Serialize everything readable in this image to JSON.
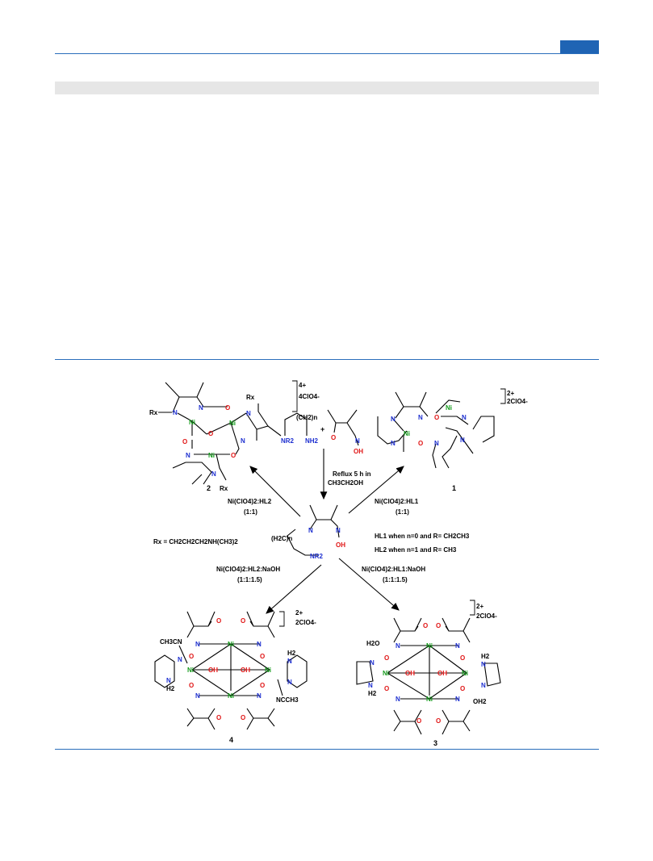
{
  "scheme": {
    "complex2": {
      "charge": "4+",
      "anions": "4ClO4-",
      "rx_label": "Rx",
      "number": "2"
    },
    "complex1": {
      "charge": "2+",
      "anions": "2ClO4-",
      "number": "1"
    },
    "complex4": {
      "charge": "2+",
      "anions": "2ClO4-",
      "number": "4",
      "solvent1": "CH3CN",
      "solvent2": "NCCH3"
    },
    "complex3": {
      "charge": "2+",
      "anions": "2ClO4-",
      "number": "3"
    },
    "reaction": {
      "amine_top": "(CH2)n",
      "amine_nr2": "NR2",
      "amine_nh2": "NH2",
      "plus": "+",
      "reflux_line1": "Reflux 5 h in",
      "reflux_line2": "CH3CH2OH",
      "ligand_ch2n": "(H2C)n",
      "ligand_nr2": "NR2",
      "ligand_oh": "OH",
      "ligand_n1": "N",
      "ligand_n2": "N"
    },
    "conditions": {
      "to2_line1": "Ni(ClO4)2:HL2",
      "to2_line2": "(1:1)",
      "to1_line1": "Ni(ClO4)2:HL1",
      "to1_line2": "(1:1)",
      "to4_line1": "Ni(ClO4)2:HL2:NaOH",
      "to4_line2": "(1:1:1.5)",
      "to3_line1": "Ni(ClO4)2:HL1:NaOH",
      "to3_line2": "(1:1:1.5)"
    },
    "definitions": {
      "rx_def": "Rx = CH2CH2CH2NH(CH3)2",
      "hl1_def": "HL1 when n=0 and R= CH2CH3",
      "hl2_def": "HL2 when n=1 and R= CH3"
    },
    "atoms": {
      "ni": "Ni",
      "n": "N",
      "o": "O",
      "oh": "OH",
      "h2": "H2",
      "h2o": "H2O",
      "oh2": "OH2"
    }
  }
}
